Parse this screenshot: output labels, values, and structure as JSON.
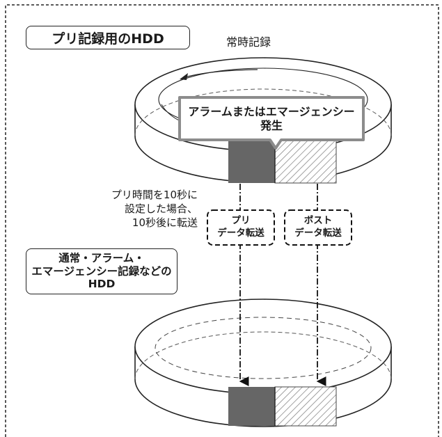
{
  "title": "プリ記録用のHDD",
  "continuous_label": "常時記録",
  "event_callout": {
    "line1": "アラームまたはエマージェンシー",
    "line2": "発生"
  },
  "pre_time_note": {
    "line1": "プリ時間を10秒に",
    "line2": "設定した場合、",
    "line3": "10秒後に転送"
  },
  "pre_transfer": {
    "line1": "プリ",
    "line2": "データ転送"
  },
  "post_transfer": {
    "line1": "ポスト",
    "line2": "データ転送"
  },
  "target_hdd": {
    "line1": "通常・アラーム・",
    "line2": "エマージェンシー記録などの",
    "line3": "HDD"
  },
  "colors": {
    "pre_segment": "#666666",
    "post_segment_hatch": "#9a9a9a",
    "callout_border": "#8c8c8c",
    "line": "#222222"
  }
}
